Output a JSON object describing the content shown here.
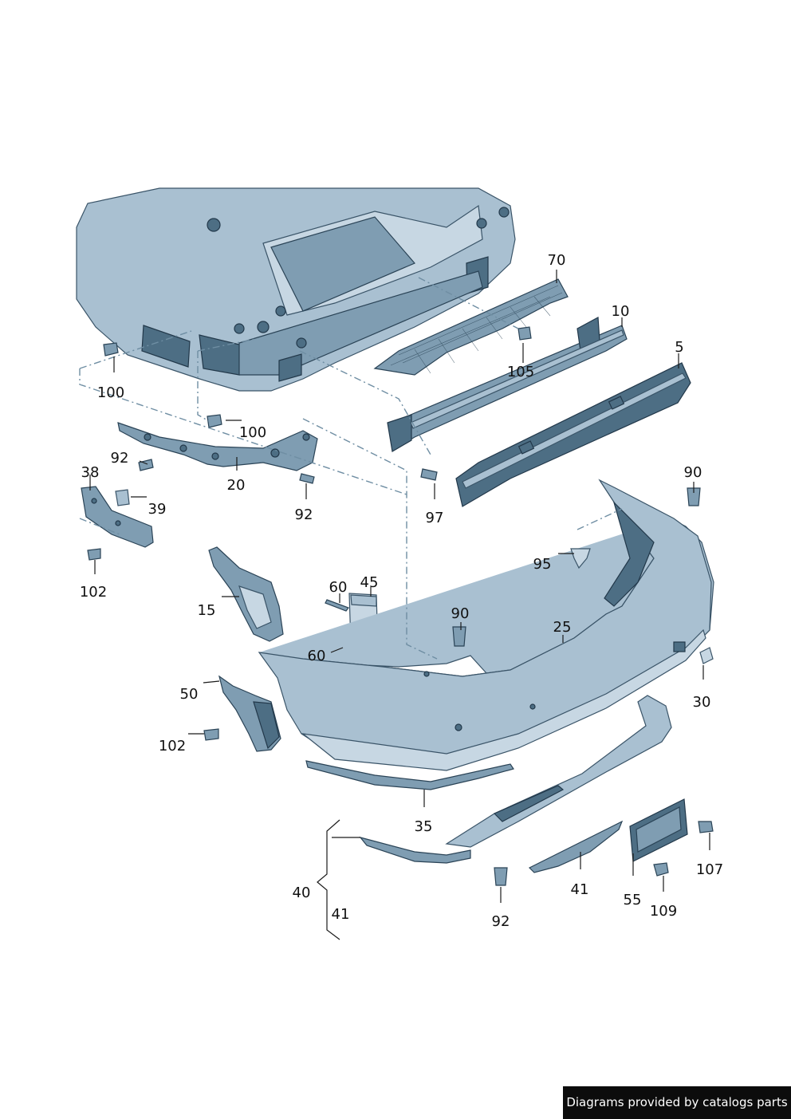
{
  "labels": {
    "p70": "70",
    "p10": "10",
    "p5": "5",
    "p105": "105",
    "p100a": "100",
    "p100b": "100",
    "p92a": "92",
    "p20": "20",
    "p92b": "92",
    "p38": "38",
    "p39": "39",
    "p102a": "102",
    "p97": "97",
    "p90a": "90",
    "p95": "95",
    "p15": "15",
    "p60a": "60",
    "p45": "45",
    "p90b": "90",
    "p25": "25",
    "p60b": "60",
    "p50": "50",
    "p30": "30",
    "p102b": "102",
    "p35": "35",
    "p40": "40",
    "p41a": "41",
    "p41b": "41",
    "p92c": "92",
    "p55": "55",
    "p107": "107",
    "p109": "109"
  },
  "footer": {
    "text": "Diagrams provided by catalogs parts"
  }
}
